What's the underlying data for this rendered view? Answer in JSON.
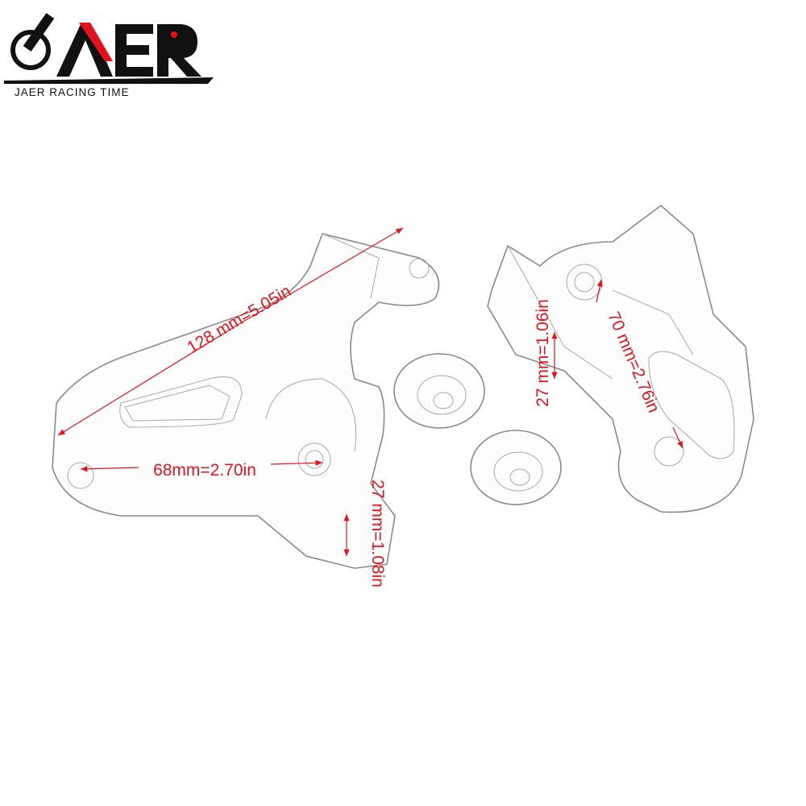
{
  "logo": {
    "brand": "JAER",
    "tagline": "JAER RACING TIME",
    "colors": {
      "primary": "#111111",
      "accent": "#e0141e"
    }
  },
  "dimensions": {
    "length_overall": "128 mm=5.05in",
    "hole_spacing_left": "68mm=2.70in",
    "thickness_left": "27 mm=1.08in",
    "thickness_right": "27 mm=1.06in",
    "hole_spacing_right": "70 mm=2.76in"
  },
  "colors": {
    "dimension": "#e0141e",
    "outline": "#8a8a8a"
  }
}
